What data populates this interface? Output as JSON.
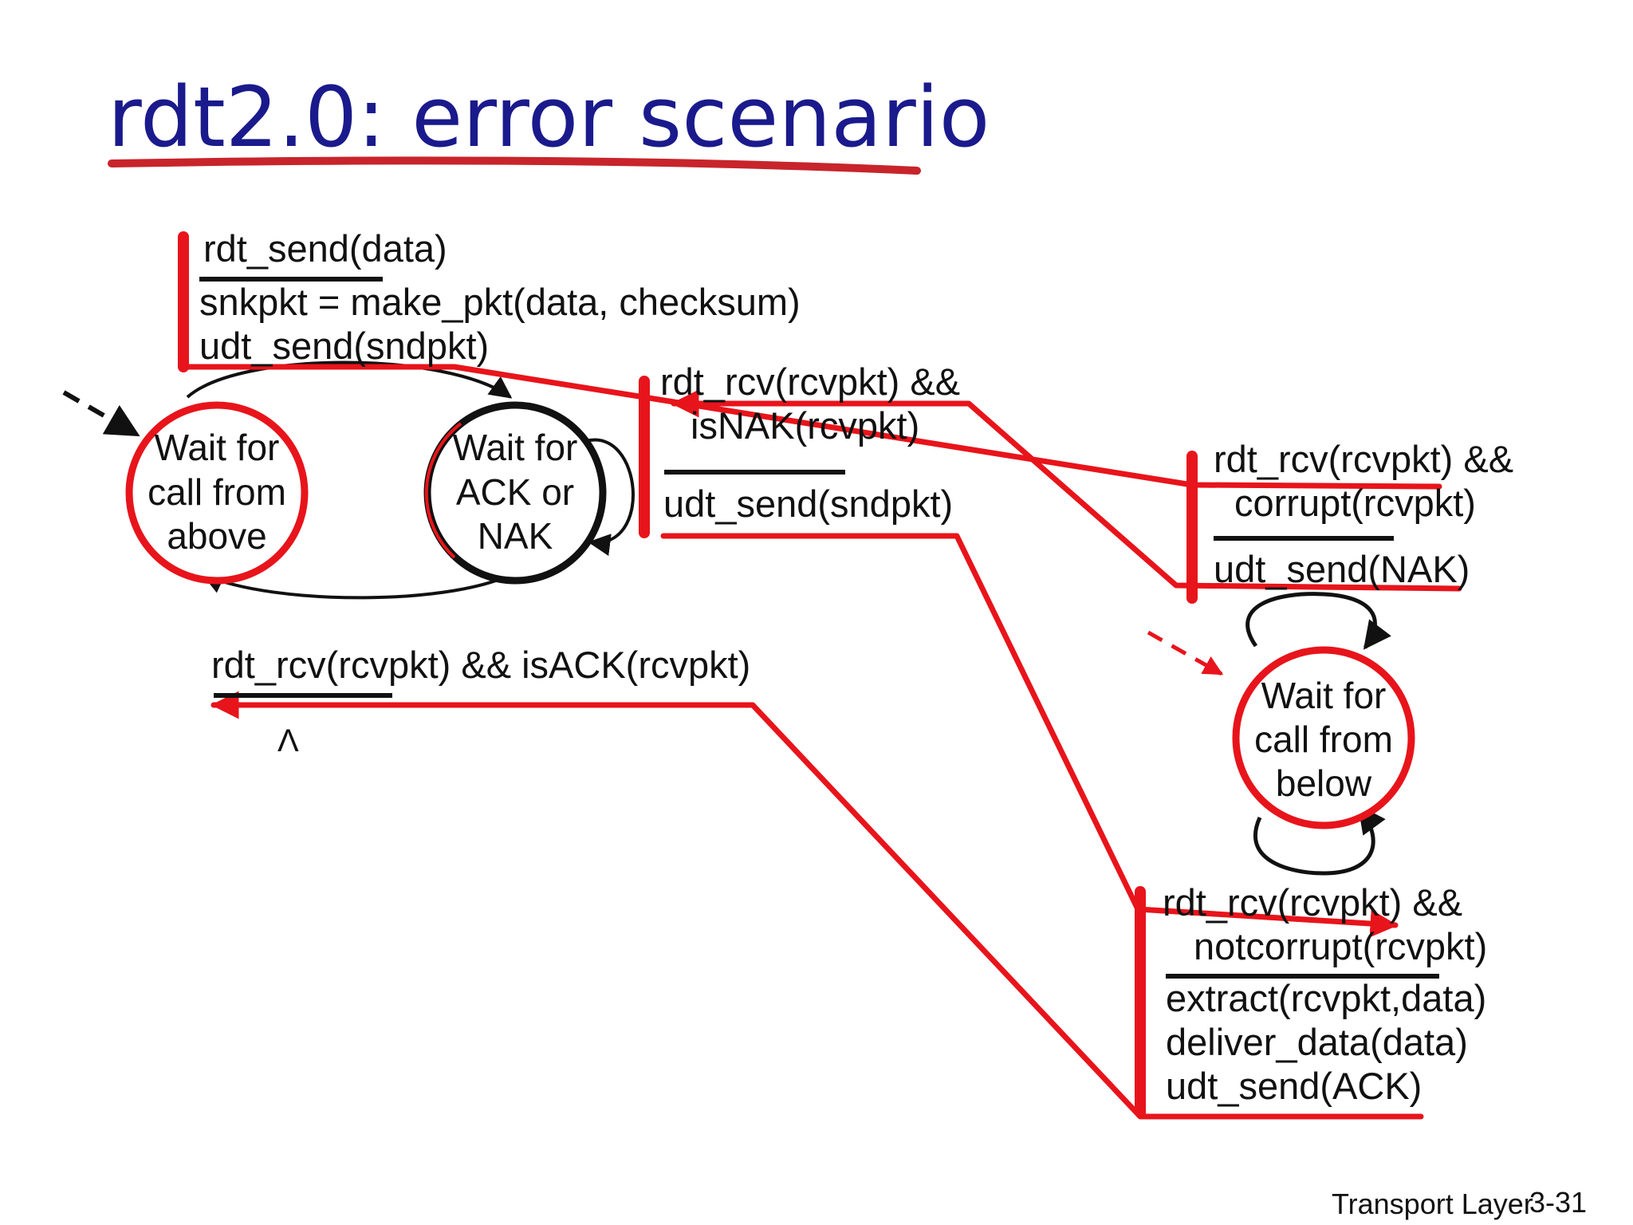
{
  "slide": {
    "title": "rdt2.0: error scenario",
    "footer_section": "Transport Layer",
    "footer_page": "3-31"
  },
  "sender": {
    "states": {
      "wait_above": [
        "Wait for",
        "call from",
        "above"
      ],
      "wait_ack": [
        "Wait for",
        "ACK or",
        "NAK"
      ]
    },
    "transitions": {
      "send": {
        "event": "rdt_send(data)",
        "actions": [
          "snkpkt = make_pkt(data, checksum)",
          "udt_send(sndpkt)"
        ]
      },
      "nak": {
        "event": [
          "rdt_rcv(rcvpkt) &&",
          "isNAK(rcvpkt)"
        ],
        "action": "udt_send(sndpkt)"
      },
      "ack": {
        "event": "rdt_rcv(rcvpkt) && isACK(rcvpkt)",
        "action": "Λ"
      }
    }
  },
  "receiver": {
    "states": {
      "wait_below": [
        "Wait for",
        "call from",
        "below"
      ]
    },
    "transitions": {
      "corrupt": {
        "event": [
          "rdt_rcv(rcvpkt) &&",
          "corrupt(rcvpkt)"
        ],
        "action": "udt_send(NAK)"
      },
      "notcorrupt": {
        "event": [
          "rdt_rcv(rcvpkt) &&",
          "notcorrupt(rcvpkt)"
        ],
        "actions": [
          "extract(rcvpkt,data)",
          "deliver_data(data)",
          "udt_send(ACK)"
        ]
      }
    }
  },
  "colors": {
    "title": "#1a1a8c",
    "annotation_red": "#e8141b",
    "underline_red": "#c8242b",
    "ink": "#111111"
  }
}
